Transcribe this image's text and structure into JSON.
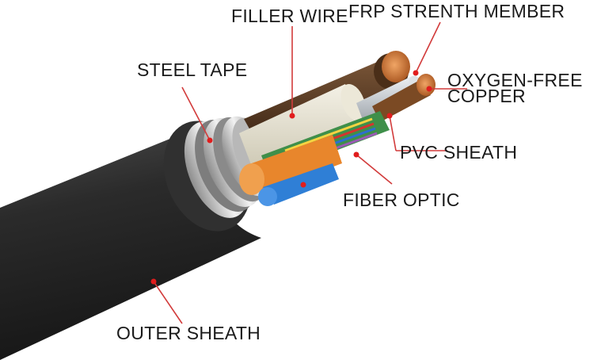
{
  "labels": {
    "filler_wire": "FILLER WIRE",
    "frp_member": "FRP STRENTH MEMBER",
    "steel_tape": "STEEL TAPE",
    "oxygen_free_copper_line1": "OXYGEN-FREE",
    "oxygen_free_copper_line2": "COPPER",
    "pvc_sheath": "PVC SHEATH",
    "fiber_optic": "FIBER OPTIC",
    "outer_sheath": "OUTER SHEATH"
  },
  "colors": {
    "leader_line": "#d23b3b",
    "leader_dot": "#e11d1d",
    "outer_sheath": "#2a2a2a",
    "steel": "#c9c9c9",
    "copper": "#c8743a",
    "filler": "#e6e2d2",
    "frp": "#c9ced3",
    "fiber_orange": "#e8862c",
    "fiber_blue": "#2f7fd6",
    "brown_insulation": "#5a3a22"
  }
}
